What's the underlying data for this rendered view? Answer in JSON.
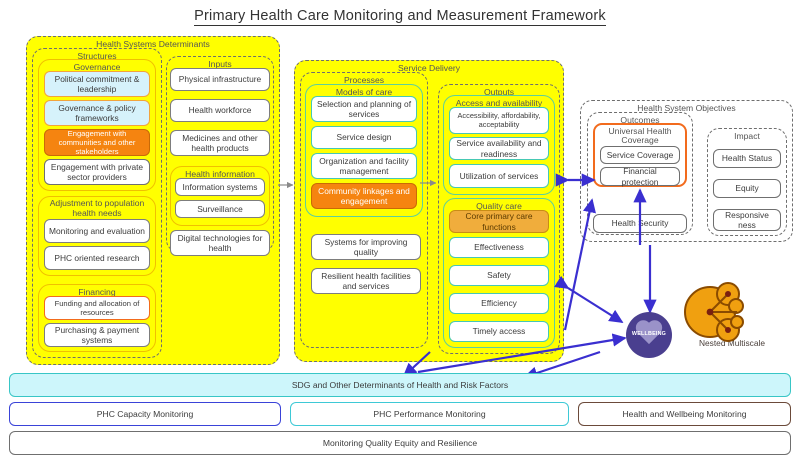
{
  "title": "Primary Health Care Monitoring and Measurement Framework",
  "determinants": {
    "label": "Health Systems Determinants",
    "structures": {
      "label": "Structures",
      "governance": {
        "label": "Governance",
        "items": [
          "Political commitment & leadership",
          "Governance & policy frameworks",
          "Engagement with communities and other stakeholders",
          "Engagement with private sector providers"
        ]
      },
      "adjustment": {
        "label": "Adjustment to population health needs",
        "items": [
          "Monitoring and evaluation",
          "PHC oriented research"
        ]
      },
      "financing": {
        "label": "Financing",
        "items": [
          "Funding and allocation of resources",
          "Purchasing & payment systems"
        ]
      }
    },
    "inputs": {
      "label": "Inputs",
      "items": [
        "Physical infrastructure",
        "Health workforce",
        "Medicines and other health products"
      ],
      "health_information": {
        "label": "Health information",
        "items": [
          "Information systems",
          "Surveillance"
        ]
      },
      "trailing_items": [
        "Digital technologies for health"
      ]
    }
  },
  "service_delivery": {
    "label": "Service Delivery",
    "processes": {
      "label": "Processes",
      "models_of_care": {
        "label": "Models of care",
        "items": [
          "Selection and planning of services",
          "Service design",
          "Organization and facility management",
          "Community linkages and engagement"
        ]
      },
      "trailing_items": [
        "Systems for improving quality",
        "Resilient health facilities and services"
      ]
    },
    "outputs": {
      "label": "Outputs",
      "access": {
        "label": "Access and availability",
        "items": [
          "Accessibility, affordability, acceptability",
          "Service availability and readiness",
          "Utilization of services"
        ]
      },
      "quality": {
        "label": "Quality care",
        "items": [
          "Core primary care functions",
          "Effectiveness",
          "Safety",
          "Efficiency",
          "Timely access"
        ]
      }
    }
  },
  "objectives": {
    "label": "Health System Objectives",
    "outcomes": {
      "label": "Outcomes",
      "uhc": {
        "label": "Universal Health Coverage",
        "items": [
          "Service Coverage",
          "Financial protection"
        ]
      },
      "trailing_items": [
        "Health Security"
      ]
    },
    "impact": {
      "label": "Impact",
      "items": [
        "Health Status",
        "Equity",
        "Responsive ness"
      ]
    }
  },
  "wellbeing": {
    "label": "WELLBEING"
  },
  "nested_multiscale": {
    "label": "Nested Multiscale"
  },
  "bottom_bars": {
    "sdg": "SDG and Other Determinants of Health and Risk Factors",
    "capacity": "PHC Capacity Monitoring",
    "performance": "PHC Performance Monitoring",
    "health_wellbeing": "Health and Wellbeing Monitoring",
    "quality": "Monitoring Quality Equity and Resilience"
  },
  "colors": {
    "yellow": "#ffff00",
    "orange": "#f58410",
    "amber": "#f0ad3c",
    "cyan_node": "#d6f2fb",
    "arrow_blue": "#3a2fd0",
    "sdg_bar": "#cdf6fb",
    "wellbeing_circle": "#4a3f8f",
    "multiscale": "#f0a010"
  }
}
